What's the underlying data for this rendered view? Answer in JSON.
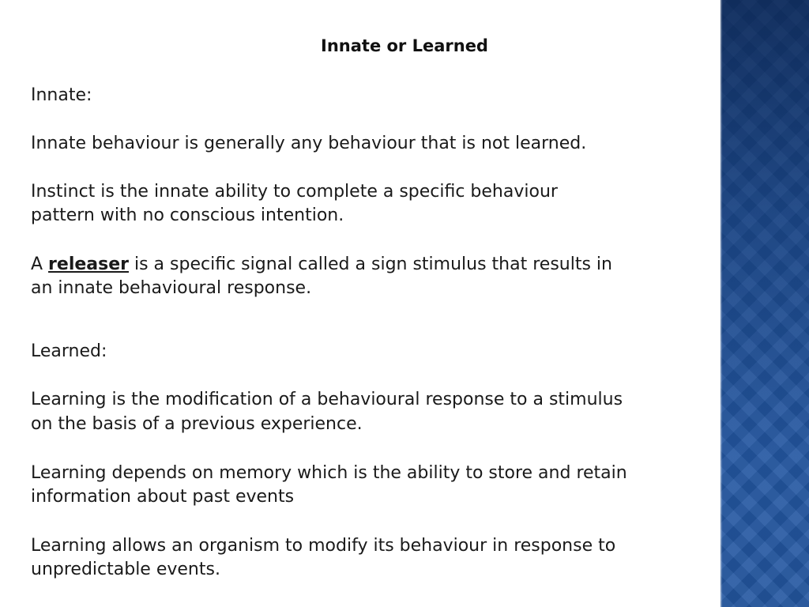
{
  "slide": {
    "title": "Innate or Learned",
    "innate_heading": "Innate:",
    "innate_p1": "Innate behaviour is generally any behaviour that is not learned.",
    "innate_p2_line1": "Instinct is the innate ability to complete a specific behaviour",
    "innate_p2_line2": "pattern with no conscious intention.",
    "innate_p3_prefix": "A ",
    "innate_p3_term": "releaser",
    "innate_p3_suffix": " is a specific signal called a sign stimulus that results in",
    "innate_p3_line2": "an innate behavioural response.",
    "learned_heading": "Learned:",
    "learned_p1_line1": "Learning is the modification of a behavioural response to a stimulus",
    "learned_p1_line2": "on the basis of a previous experience.",
    "learned_p2_line1": "Learning depends on memory which is the ability to store and retain",
    "learned_p2_line2": "information about past events",
    "learned_p3_line1": "Learning allows an organism to modify its behaviour in response to",
    "learned_p3_line2": "unpredictable events."
  },
  "theme": {
    "accent": "#2356a0",
    "panel_dark": "#0d2a5c",
    "text": "#1a1a1a"
  }
}
